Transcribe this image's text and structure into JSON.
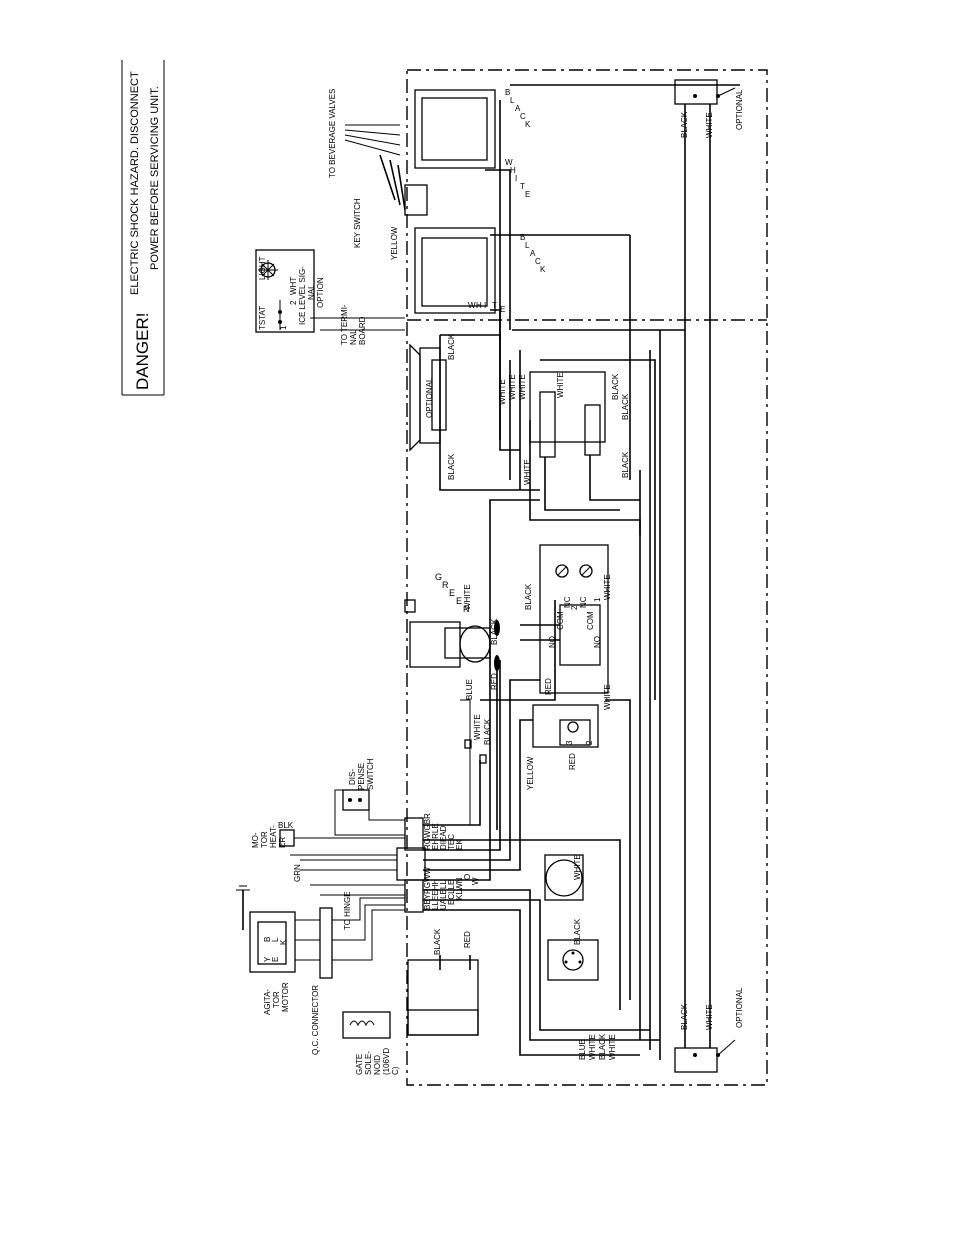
{
  "warning": {
    "title": "DANGER!",
    "line1": "ELECTRIC SHOCK HAZARD. DISCONNECT",
    "line2": "POWER BEFORE SERVICING UNIT."
  },
  "top_components": {
    "tstat": "TSTAT",
    "light": "LIGHT",
    "terminal_1": "1",
    "terminal_2": "2",
    "wht": "WHT",
    "ice_level": "ICE LEVEL SIG-\nNAL\nOPTION",
    "to_terminal_board": "TO TERMI-\nNAL\nBOARD",
    "to_beverage_valves": "TO BEVERAGE VALVES",
    "key_switch": "KEY SWITCH",
    "yellow": "YELLOW"
  },
  "valve_labels": {
    "black_1": "BLACK",
    "white_1": "WHITE",
    "black_2": "BLACK",
    "white_2": "WHITE"
  },
  "right_components": {
    "optional_top": "OPTIONAL",
    "black_top": "BLACK",
    "white_top": "WHITE",
    "optional_bottom": "OPTIONAL",
    "black_bottom": "BLACK",
    "white_bottom": "WHITE"
  },
  "middle_labels": {
    "optional_mid": "OPTIONAL",
    "black_a": "BLACK",
    "white_a": "WHITE",
    "white_b": "WHITE",
    "white_c": "WHITE",
    "white_d": "WHITE",
    "black_b": "BLACK",
    "black_c": "BLACK",
    "black_d": "BLACK",
    "black_e": "BLACK",
    "white_e": "WHITE",
    "green": "GREEN",
    "white_f": "WHITE",
    "black_f": "BLACK",
    "blue": "BLUE",
    "red": "RED",
    "black_g": "BLACK",
    "white_g": "WHITE",
    "no_1": "NO",
    "no_2": "NO",
    "com_1": "COM",
    "com_2": "COM",
    "nc_1": "NC",
    "nc_2": "NC",
    "num_1": "1",
    "num_2": "2",
    "red_b": "RED",
    "white_h": "WHITE",
    "yellow_b": "YELLOW",
    "red_c": "RED",
    "num_3": "3",
    "num_2b": "2",
    "white_i": "WHITE",
    "black_h": "BLACK",
    "white_j": "WHITE",
    "black_i": "BLACK",
    "bwbw_1": "BLUE",
    "bwbw_2": "WHITE",
    "bwbw_3": "BLACK",
    "bwbw_4": "WHITE",
    "black_j": "BLACK",
    "red_d": "RED"
  },
  "left_components": {
    "dispense_switch": "DIS-\nPENSE\nSWITCH",
    "motor_heater": "MO-\nTOR\nHEAT-\nER",
    "blk": "BLK",
    "grn": "GRN",
    "to_hinge": "TO HINGE",
    "agitator_motor": "AGITA-\nTOR\nMOTOR",
    "agit_y": "Y",
    "agit_b": "B",
    "agit_e": "E",
    "agit_l": "L",
    "agit_k": "K",
    "qc_connector": "Q.C. CONNECTOR",
    "gate_solenoid": "GATE\nSOLE-\nNOID\n(106VD\nC)"
  },
  "terminal_block": {
    "col_1": "BBYRGWW",
    "col_2": "LLEEHH",
    "col_3": "UALELL",
    "col_4": "ECLLE",
    "col_5": "KLWN",
    "col_6": "O",
    "col_7": "W",
    "right_1": "RGWGBR",
    "right_2": "EHRLE",
    "right_3": "DIEAD",
    "right_4": "TEC",
    "right_5": "EK"
  }
}
